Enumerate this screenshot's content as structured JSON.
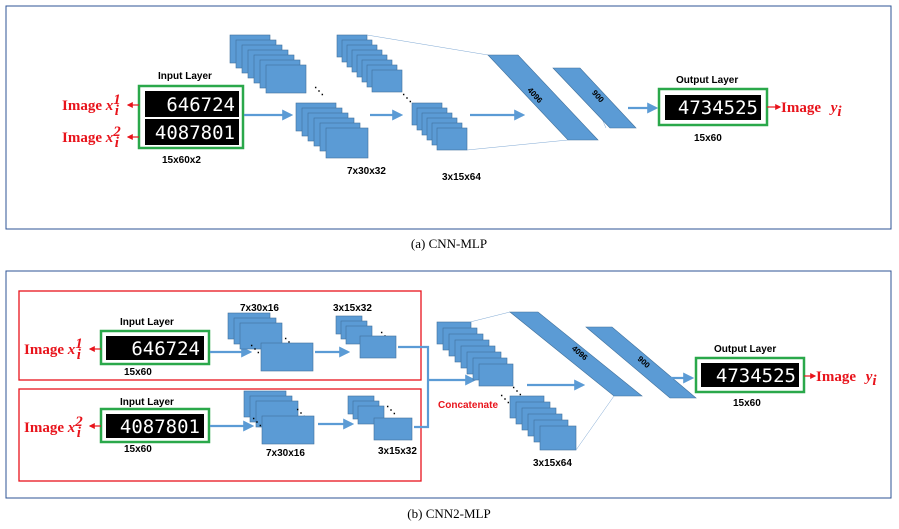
{
  "panel_a": {
    "caption": "(a)  CNN-MLP",
    "input_layer_label": "Input Layer",
    "input_digits_1": "646724",
    "input_digits_2": "4087801",
    "input_size": "15x60x2",
    "image_x1": {
      "prefix": "Image ",
      "var": "x",
      "sub": "i",
      "sup": "1"
    },
    "image_x2": {
      "prefix": "Image ",
      "var": "x",
      "sub": "i",
      "sup": "2"
    },
    "conv1_size": "7x30x32",
    "conv2_size": "3x15x64",
    "fc1": "4096",
    "fc2": "900",
    "output_layer_label": "Output Layer",
    "output_digits": "4734525",
    "output_size": "15x60",
    "image_y": {
      "prefix": "Image ",
      "var": "y",
      "sub": "i"
    }
  },
  "panel_b": {
    "caption": "(b)  CNN2-MLP",
    "branch1": {
      "input_layer_label": "Input Layer",
      "digits": "646724",
      "size": "15x60",
      "conv1_size": "7x30x16",
      "conv2_size": "3x15x32",
      "image_x": {
        "prefix": "Image ",
        "var": "x",
        "sub": "i",
        "sup": "1"
      }
    },
    "branch2": {
      "input_layer_label": "Input Layer",
      "digits": "4087801",
      "size": "15x60",
      "conv1_size": "7x30x16",
      "conv2_size": "3x15x32",
      "image_x": {
        "prefix": "Image ",
        "var": "x",
        "sub": "i",
        "sup": "2"
      }
    },
    "concat_label": "Concatenate",
    "merged_size": "3x15x64",
    "fc1": "4096",
    "fc2": "900",
    "output_layer_label": "Output Layer",
    "output_digits": "4734525",
    "output_size": "15x60",
    "image_y": {
      "prefix": "Image ",
      "var": "y",
      "sub": "i"
    }
  },
  "colors": {
    "frame_blue": "#2e5395",
    "branch_red": "#e8141c",
    "highlight_green": "#2aa84a",
    "feature_map_blue": "#5b9bd5",
    "label_red": "#e8141c"
  }
}
